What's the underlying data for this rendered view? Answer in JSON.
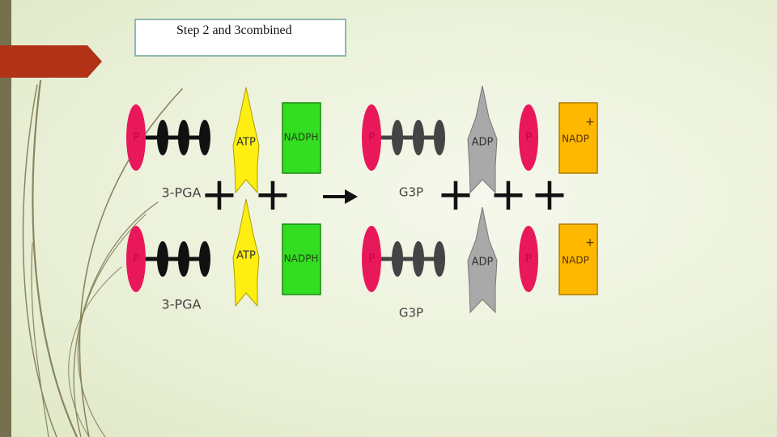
{
  "title": "Step 2 and 3combined",
  "labels": {
    "phosphate": "P",
    "atp": "ATP",
    "adp": "ADP",
    "nadph": "NADPH",
    "nadp": "NADP",
    "nadp_charge": "+",
    "pga": "3-PGA",
    "g3p": "G3P"
  },
  "colors": {
    "phosphate": "#e8185a",
    "carbon_reactant": "#111111",
    "carbon_product": "#444444",
    "atp": "#ffee11",
    "adp": "#a9a9a9",
    "nadph": "#33dd22",
    "nadp": "#ffb800",
    "accent_tab": "#b23217",
    "side_bar": "#76704f"
  }
}
